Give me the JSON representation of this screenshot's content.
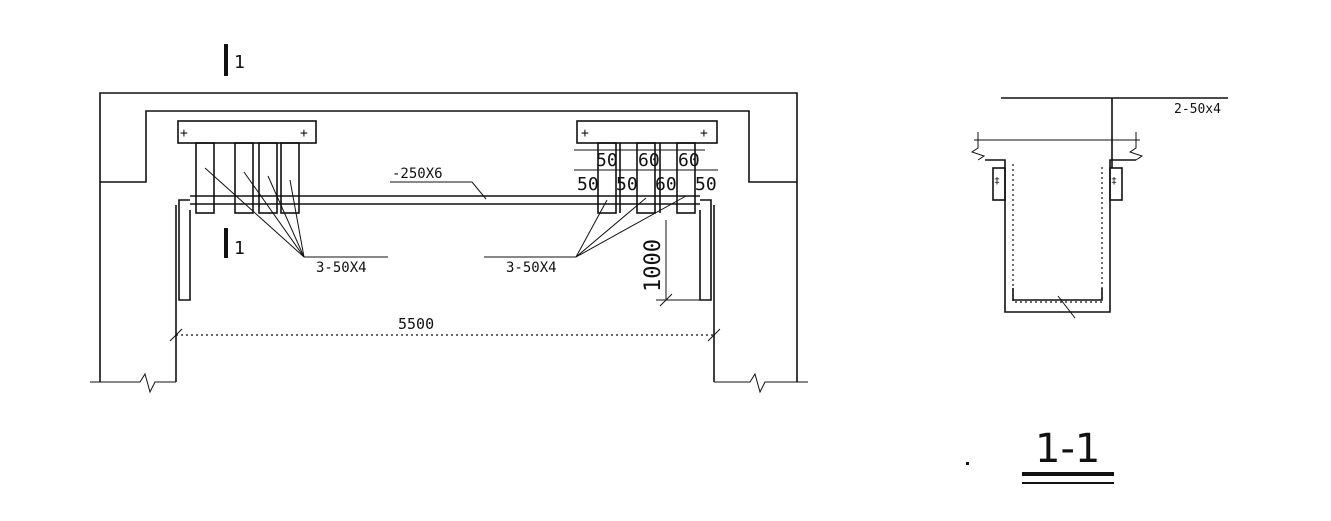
{
  "plan": {
    "section_mark_top": "1",
    "section_mark_bottom": "1",
    "bar_label": "-250X6",
    "leader_left": "3-50X4",
    "leader_right": "3-50X4",
    "span_dimension": "5500",
    "height_dimension": "1000",
    "spacing_top": [
      "50",
      "60",
      "60"
    ],
    "spacing_bottom": [
      "50",
      "50",
      "60",
      "50"
    ]
  },
  "section": {
    "strap_label": "2-50x4",
    "title": "1-1"
  }
}
